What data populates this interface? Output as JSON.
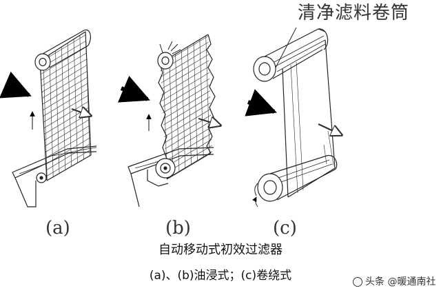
{
  "figure": {
    "callout_label": "清净滤料卷筒",
    "panel_labels": {
      "a": "(a)",
      "b": "(b)",
      "c": "(c)"
    },
    "title": "自动移动式初效过滤器",
    "subtitle": "(a)、(b)油浸式；(c)卷绕式"
  },
  "watermark": {
    "text": "头条 @暖通南社",
    "icon": "toutiao-logo-icon"
  }
}
